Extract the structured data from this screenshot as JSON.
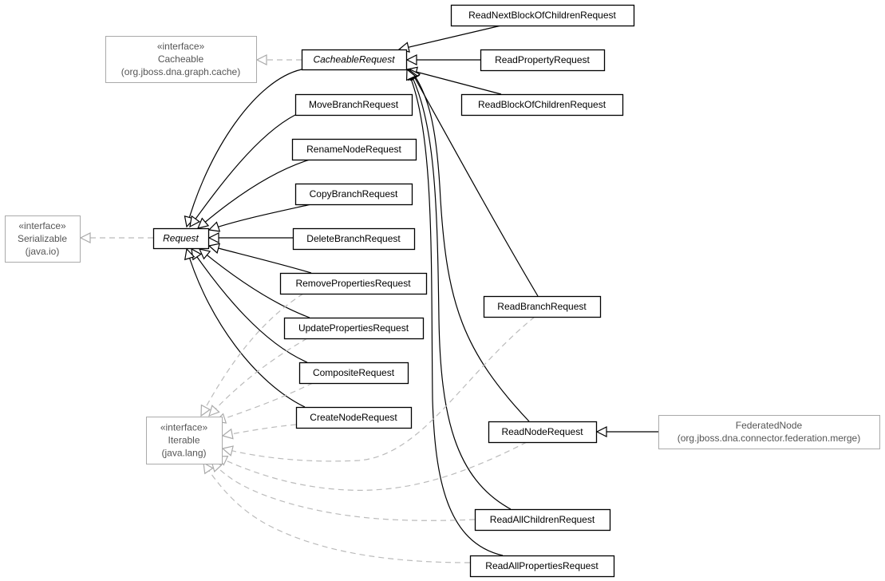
{
  "nodes": [
    {
      "id": "ReadNextBlockOfChildrenRequest",
      "lines": [
        "ReadNextBlockOfChildrenRequest"
      ]
    },
    {
      "id": "Cacheable",
      "lines": [
        "«interface»",
        "Cacheable",
        "(org.jboss.dna.graph.cache)"
      ],
      "external": true
    },
    {
      "id": "CacheableRequest",
      "lines": [
        "CacheableRequest"
      ],
      "abstract": true
    },
    {
      "id": "ReadPropertyRequest",
      "lines": [
        "ReadPropertyRequest"
      ]
    },
    {
      "id": "MoveBranchRequest",
      "lines": [
        "MoveBranchRequest"
      ]
    },
    {
      "id": "ReadBlockOfChildrenRequest",
      "lines": [
        "ReadBlockOfChildrenRequest"
      ]
    },
    {
      "id": "RenameNodeRequest",
      "lines": [
        "RenameNodeRequest"
      ]
    },
    {
      "id": "CopyBranchRequest",
      "lines": [
        "CopyBranchRequest"
      ]
    },
    {
      "id": "Serializable",
      "lines": [
        "«interface»",
        "Serializable",
        "(java.io)"
      ],
      "external": true
    },
    {
      "id": "Request",
      "lines": [
        "Request"
      ],
      "abstract": true
    },
    {
      "id": "DeleteBranchRequest",
      "lines": [
        "DeleteBranchRequest"
      ]
    },
    {
      "id": "RemovePropertiesRequest",
      "lines": [
        "RemovePropertiesRequest"
      ]
    },
    {
      "id": "ReadBranchRequest",
      "lines": [
        "ReadBranchRequest"
      ]
    },
    {
      "id": "UpdatePropertiesRequest",
      "lines": [
        "UpdatePropertiesRequest"
      ]
    },
    {
      "id": "CompositeRequest",
      "lines": [
        "CompositeRequest"
      ]
    },
    {
      "id": "CreateNodeRequest",
      "lines": [
        "CreateNodeRequest"
      ]
    },
    {
      "id": "Iterable",
      "lines": [
        "«interface»",
        "Iterable",
        "(java.lang)"
      ],
      "external": true
    },
    {
      "id": "ReadNodeRequest",
      "lines": [
        "ReadNodeRequest"
      ]
    },
    {
      "id": "FederatedNode",
      "lines": [
        "FederatedNode",
        "(org.jboss.dna.connector.federation.merge)"
      ],
      "external": true
    },
    {
      "id": "ReadAllChildrenRequest",
      "lines": [
        "ReadAllChildrenRequest"
      ]
    },
    {
      "id": "ReadAllPropertiesRequest",
      "lines": [
        "ReadAllPropertiesRequest"
      ]
    }
  ],
  "edges": [
    {
      "from": "CacheableRequest",
      "to": "Cacheable",
      "kind": "realization"
    },
    {
      "from": "Request",
      "to": "Serializable",
      "kind": "realization"
    },
    {
      "from": "CacheableRequest",
      "to": "Request",
      "kind": "generalization"
    },
    {
      "from": "MoveBranchRequest",
      "to": "Request",
      "kind": "generalization"
    },
    {
      "from": "RenameNodeRequest",
      "to": "Request",
      "kind": "generalization"
    },
    {
      "from": "CopyBranchRequest",
      "to": "Request",
      "kind": "generalization"
    },
    {
      "from": "DeleteBranchRequest",
      "to": "Request",
      "kind": "generalization"
    },
    {
      "from": "RemovePropertiesRequest",
      "to": "Request",
      "kind": "generalization"
    },
    {
      "from": "UpdatePropertiesRequest",
      "to": "Request",
      "kind": "generalization"
    },
    {
      "from": "CompositeRequest",
      "to": "Request",
      "kind": "generalization"
    },
    {
      "from": "CreateNodeRequest",
      "to": "Request",
      "kind": "generalization"
    },
    {
      "from": "ReadNextBlockOfChildrenRequest",
      "to": "CacheableRequest",
      "kind": "generalization"
    },
    {
      "from": "ReadPropertyRequest",
      "to": "CacheableRequest",
      "kind": "generalization"
    },
    {
      "from": "ReadBlockOfChildrenRequest",
      "to": "CacheableRequest",
      "kind": "generalization"
    },
    {
      "from": "ReadBranchRequest",
      "to": "CacheableRequest",
      "kind": "generalization"
    },
    {
      "from": "ReadNodeRequest",
      "to": "CacheableRequest",
      "kind": "generalization"
    },
    {
      "from": "ReadAllChildrenRequest",
      "to": "CacheableRequest",
      "kind": "generalization"
    },
    {
      "from": "ReadAllPropertiesRequest",
      "to": "CacheableRequest",
      "kind": "generalization"
    },
    {
      "from": "FederatedNode",
      "to": "ReadNodeRequest",
      "kind": "generalization"
    },
    {
      "from": "RemovePropertiesRequest",
      "to": "Iterable",
      "kind": "realization"
    },
    {
      "from": "UpdatePropertiesRequest",
      "to": "Iterable",
      "kind": "realization"
    },
    {
      "from": "CompositeRequest",
      "to": "Iterable",
      "kind": "realization"
    },
    {
      "from": "CreateNodeRequest",
      "to": "Iterable",
      "kind": "realization"
    },
    {
      "from": "ReadBranchRequest",
      "to": "Iterable",
      "kind": "realization"
    },
    {
      "from": "ReadNodeRequest",
      "to": "Iterable",
      "kind": "realization"
    },
    {
      "from": "ReadAllChildrenRequest",
      "to": "Iterable",
      "kind": "realization"
    },
    {
      "from": "ReadAllPropertiesRequest",
      "to": "Iterable",
      "kind": "realization"
    }
  ],
  "colors": {
    "class_border": "#000000",
    "external_border": "#aaaaaa",
    "external_text": "#555555",
    "realization_line": "#bbbbbb"
  }
}
